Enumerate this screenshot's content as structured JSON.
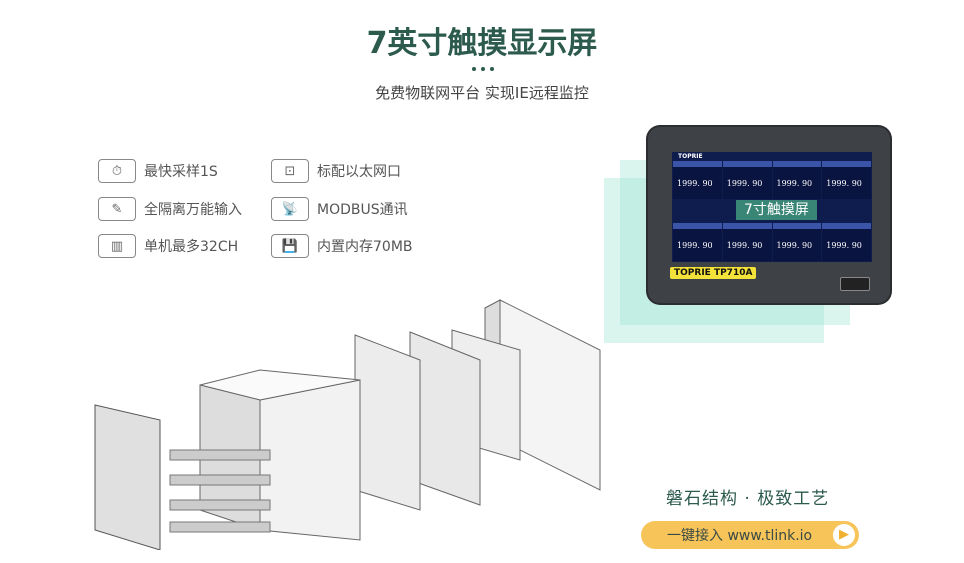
{
  "title": "7英寸触摸显示屏",
  "subtitle": "免费物联网平台 实现IE远程监控",
  "features": [
    {
      "icon": "stopwatch-icon",
      "label": "最快采样1S"
    },
    {
      "icon": "ethernet-icon",
      "label": "标配以太网口"
    },
    {
      "icon": "pen-icon",
      "label": "全隔离万能输入"
    },
    {
      "icon": "antenna-icon",
      "label": "MODBUS通讯"
    },
    {
      "icon": "channels-icon",
      "label": "单机最多32CH"
    },
    {
      "icon": "floppy-icon",
      "label": "内置内存70MB"
    }
  ],
  "device": {
    "brand": "TOPRIE",
    "model": "TOPRIE  TP710A",
    "badge": "7寸触摸屏",
    "readings": [
      "1999. 90",
      "1999. 90",
      "1999. 90",
      "1999. 90",
      "1999. 90",
      "1999. 90",
      "1999. 90",
      "1999. 90"
    ]
  },
  "slogan": "磐石结构 · 极致工艺",
  "cta": "一键接入 www.tlink.io"
}
